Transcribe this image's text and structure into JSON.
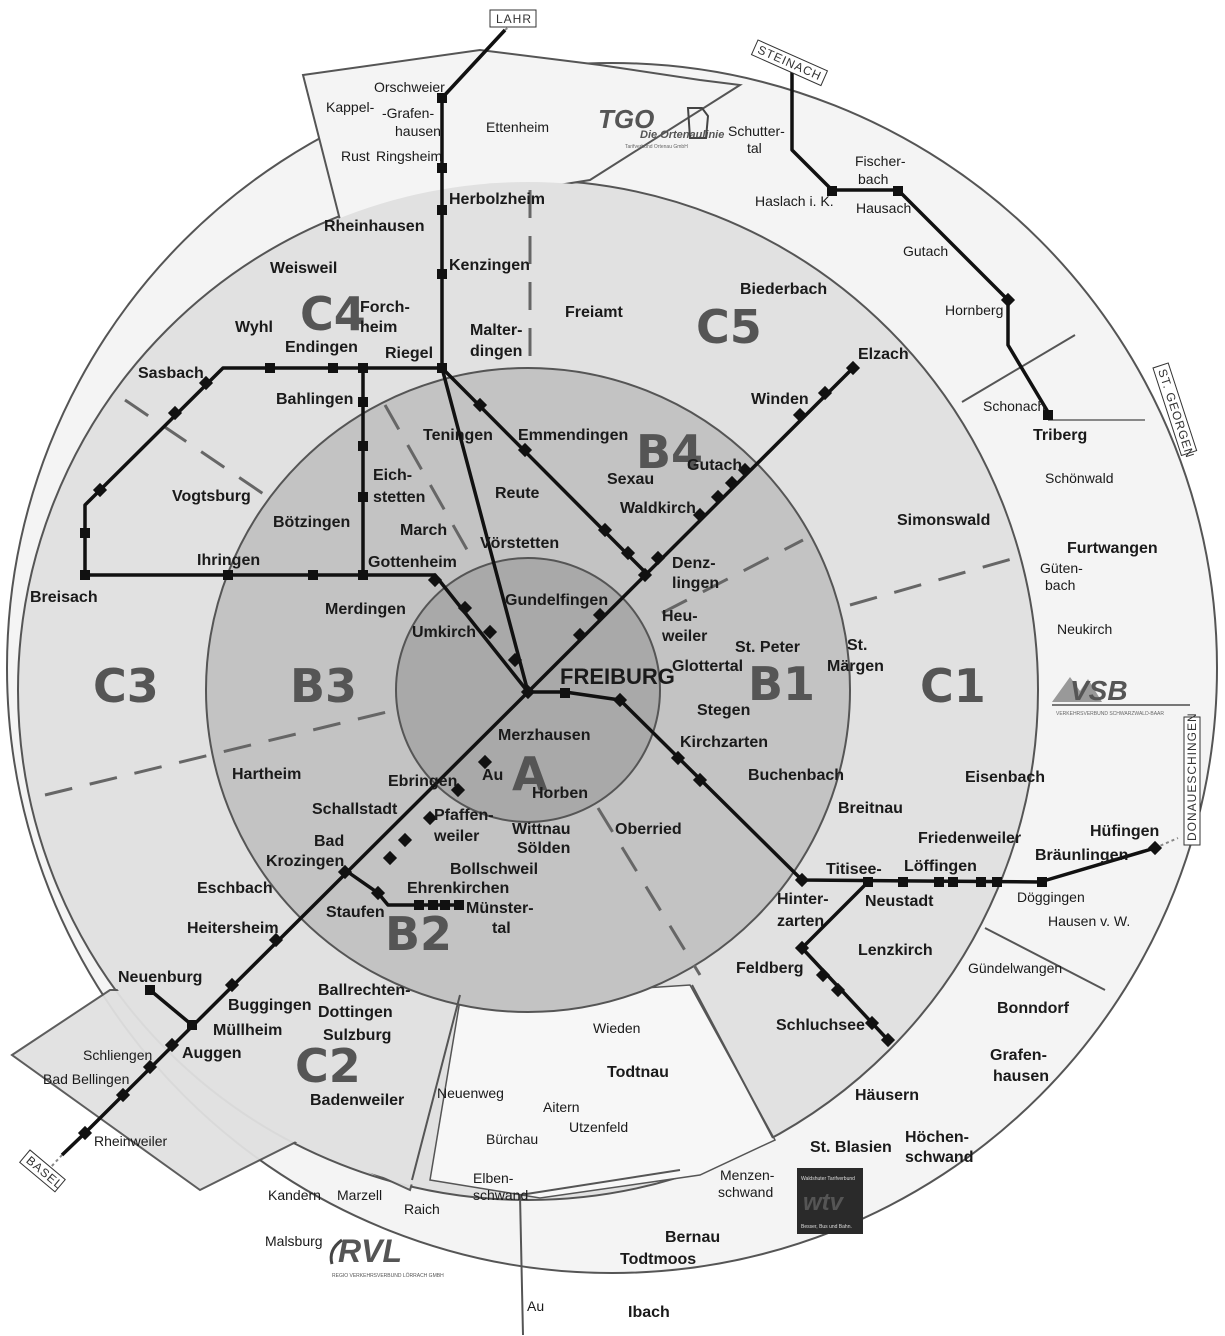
{
  "colors": {
    "zone_a": "#a8a8a8",
    "zone_b": "#c3c3c3",
    "zone_c": "#e2e2e2",
    "zone_outer": "#f2f2f2",
    "line": "#1a1a1a",
    "zone_label": "#555555"
  },
  "zones": {
    "a": "A",
    "b1": "B1",
    "b2": "B2",
    "b3": "B3",
    "b4": "B4",
    "c1": "C1",
    "c2": "C2",
    "c3": "C3",
    "c4": "C4",
    "c5": "C5"
  },
  "directions": {
    "lahr": "LAHR",
    "steinach": "STEINACH",
    "st_georgen": "ST. GEORGEN",
    "donaueschingen": "DONAUESCHINGEN",
    "basel": "BASEL"
  },
  "logos": {
    "tgo_abbr": "TGO",
    "tgo_name": "Die Ortenaulinie",
    "tgo_sub": "Tarifverbund Ortenau GmbH",
    "vsb_abbr": "VSB",
    "vsb_sub": "VERKEHRSVERBUND SCHWARZWALD-BAAR",
    "rvl_abbr": "RVL",
    "rvl_sub": "REGIO VERKEHRSVERBUND LÖRRACH GMBH",
    "wtv_abbr": "wtv",
    "wtv_top": "Waldshuter Tarifverbund",
    "wtv_bottom": "Besser, Bus und Bahn."
  },
  "places": {
    "freiburg": "FREIBURG",
    "gundelfingen": "Gundelfingen",
    "umkirch": "Umkirch",
    "merzhausen": "Merzhausen",
    "au_inner": "Au",
    "horben": "Horben",
    "heuweiler": [
      "Heu-",
      "weiler"
    ],
    "merdingen": "Merdingen",
    "gottenheim": "Gottenheim",
    "boetzingen": "Bötzingen",
    "eichstetten": [
      "Eich-",
      "stetten"
    ],
    "march": "March",
    "voerstetten": "Vörstetten",
    "reute": "Reute",
    "teningen": "Teningen",
    "emmendingen": "Emmendingen",
    "bahlingen": "Bahlingen",
    "riegel": "Riegel",
    "endingen": "Endingen",
    "forchheim": [
      "Forch-",
      "heim"
    ],
    "wyhl": "Wyhl",
    "sasbach": "Sasbach",
    "weisweil": "Weisweil",
    "rheinhausen": "Rheinhausen",
    "herbolzheim": "Herbolzheim",
    "kenzingen": "Kenzingen",
    "malterdingen": [
      "Malter-",
      "dingen"
    ],
    "freiamt": "Freiamt",
    "biederbach": "Biederbach",
    "elzach": "Elzach",
    "winden": "Winden",
    "gutach_b": "Gutach",
    "sexau": "Sexau",
    "waldkirch": "Waldkirch",
    "denzlingen": [
      "Denz-",
      "lingen"
    ],
    "simonswald": "Simonswald",
    "st_peter": "St. Peter",
    "st_maergen": [
      "St.",
      "Märgen"
    ],
    "glottertal": "Glottertal",
    "stegen": "Stegen",
    "kirchzarten": "Kirchzarten",
    "buchenbach": "Buchenbach",
    "breitnau": "Breitnau",
    "oberried": "Oberried",
    "vogtsburg": "Vogtsburg",
    "ihringen": "Ihringen",
    "breisach": "Breisach",
    "hartheim": "Hartheim",
    "ebringen": "Ebringen",
    "schallstadt": "Schallstadt",
    "pfaffenweiler": [
      "Pfaffen-",
      "weiler"
    ],
    "wittnau": "Wittnau",
    "soelden": "Sölden",
    "bollschweil": "Bollschweil",
    "ehrenkirchen": "Ehrenkirchen",
    "muenstertal": [
      "Münster-",
      "tal"
    ],
    "bad_krozingen": [
      "Bad",
      "Krozingen"
    ],
    "staufen": "Staufen",
    "eschbach": "Eschbach",
    "heitersheim": "Heitersheim",
    "neuenburg": "Neuenburg",
    "buggingen": "Buggingen",
    "muellheim": "Müllheim",
    "auggen": "Auggen",
    "ballrechten": [
      "Ballrechten-",
      "Dottingen"
    ],
    "sulzburg": "Sulzburg",
    "badenweiler": "Badenweiler",
    "hinterzarten": [
      "Hinter-",
      "zarten"
    ],
    "titisee": "Titisee-",
    "neustadt": "Neustadt",
    "loeffingen": "Löffingen",
    "friedenweiler": "Friedenweiler",
    "lenzkirch": "Lenzkirch",
    "feldberg": "Feldberg",
    "schluchsee": "Schluchsee",
    "eisenbach": "Eisenbach",
    "orschweier": "Orschweier",
    "kappel_grafenhausen_a": "Kappel-",
    "kappel_grafenhausen_b": [
      "-Grafen-",
      "hausen"
    ],
    "rust": "Rust",
    "ringsheim": "Ringsheim",
    "ettenheim": "Ettenheim",
    "schuttertal": [
      "Schutter-",
      "tal"
    ],
    "fischerbach": [
      "Fischer-",
      "bach"
    ],
    "haslach": "Haslach i. K.",
    "hausach": "Hausach",
    "gutach_o": "Gutach",
    "hornberg": "Hornberg",
    "schonach": "Schonach",
    "triberg": "Triberg",
    "schoenwald": "Schönwald",
    "furtwangen": "Furtwangen",
    "guetenbach": [
      "Güten-",
      "bach"
    ],
    "neukirch": "Neukirch",
    "huefingen": "Hüfingen",
    "braeunlingen": "Bräunlingen",
    "doeggingen": "Döggingen",
    "hausen_vw": "Hausen v. W.",
    "guendelwangen": "Gündelwangen",
    "bonndorf": "Bonndorf",
    "grafenhausen_s": [
      "Grafen-",
      "hausen"
    ],
    "haeusern": "Häusern",
    "hoechenschwand": [
      "Höchen-",
      "schwand"
    ],
    "st_blasien": "St. Blasien",
    "menzenschwand": [
      "Menzen-",
      "schwand"
    ],
    "bernau": "Bernau",
    "todtmoos": "Todtmoos",
    "ibach": "Ibach",
    "au_south": "Au",
    "wieden": "Wieden",
    "todtnau": "Todtnau",
    "neuenweg": "Neuenweg",
    "aitern": "Aitern",
    "utzenfeld": "Utzenfeld",
    "buerchau": "Bürchau",
    "elbenschwand": [
      "Elben-",
      "schwand"
    ],
    "kandern": "Kandern",
    "marzell": "Marzell",
    "raich": "Raich",
    "malsburg": "Malsburg",
    "schliengen": "Schliengen",
    "bad_bellingen": "Bad Bellingen",
    "rheinweiler": "Rheinweiler"
  }
}
